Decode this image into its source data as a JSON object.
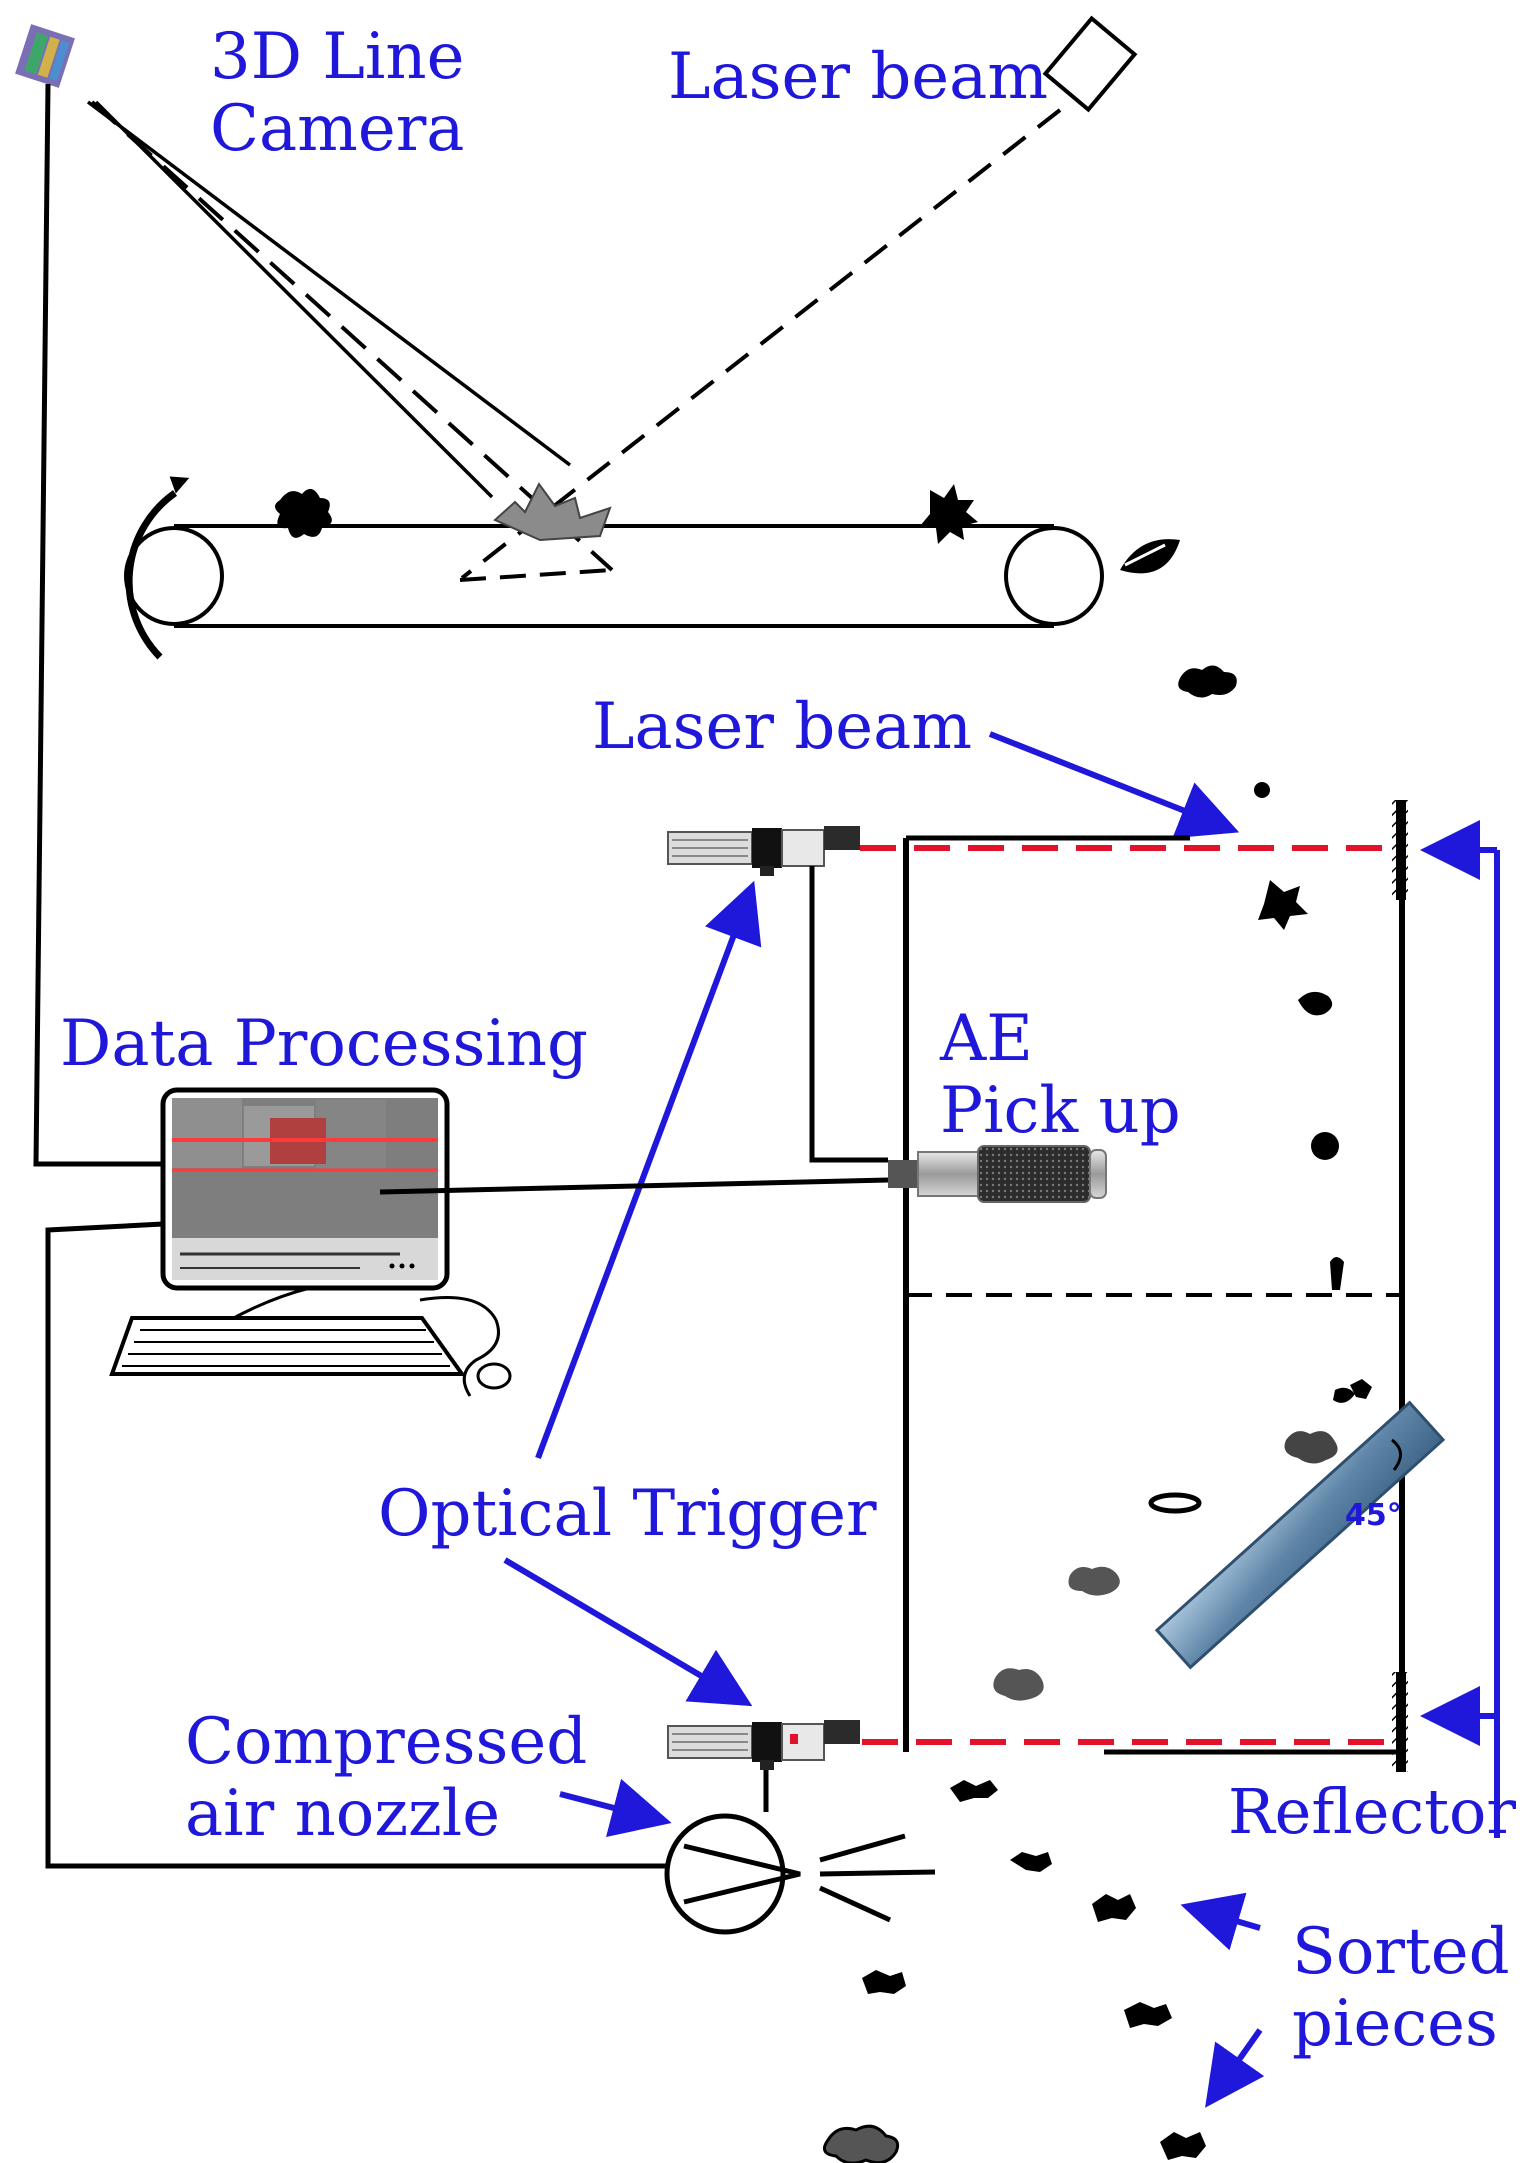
{
  "labels": {
    "camera_line1": "3D Line",
    "camera_line2": "Camera",
    "laser_top": "Laser beam",
    "laser_mid": "Laser beam",
    "data_processing": "Data Processing",
    "ae_line1": "AE",
    "ae_line2": "Pick up",
    "optical_trigger": "Optical Trigger",
    "nozzle_line1": "Compressed",
    "nozzle_line2": "air nozzle",
    "reflector": "Reflector",
    "sorted_line1": "Sorted",
    "sorted_line2": "pieces",
    "angle": "45°"
  },
  "colors": {
    "label": "#1f17d9",
    "arrow": "#1f17d9",
    "laser_red": "#e3122b",
    "line": "#000000"
  }
}
